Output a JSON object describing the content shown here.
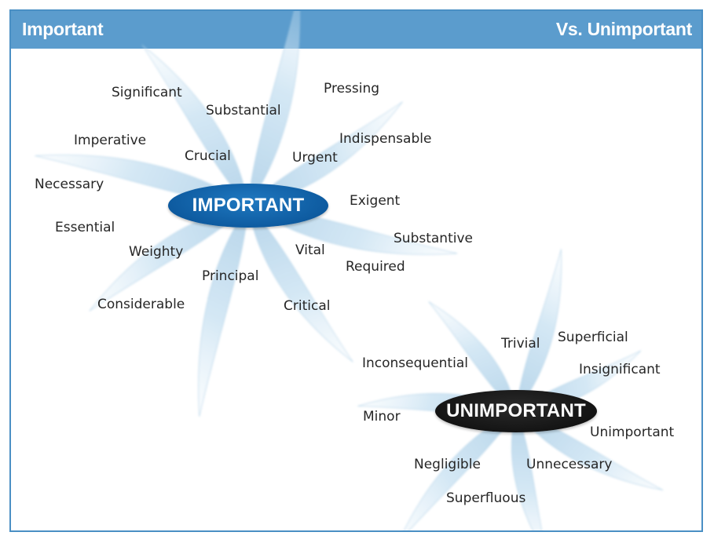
{
  "header": {
    "left_title": "Important",
    "right_title": "Vs. Unimportant"
  },
  "clusters": {
    "important": {
      "center_label": "IMPORTANT",
      "words": [
        "Significant",
        "Pressing",
        "Substantial",
        "Imperative",
        "Crucial",
        "Indispensable",
        "Urgent",
        "Necessary",
        "Exigent",
        "Essential",
        "Substantive",
        "Weighty",
        "Vital",
        "Required",
        "Principal",
        "Considerable",
        "Critical"
      ]
    },
    "unimportant": {
      "center_label": "UNIMPORTANT",
      "words": [
        "Trivial",
        "Superficial",
        "Inconsequential",
        "Insignificant",
        "Minor",
        "Unimportant",
        "Negligible",
        "Unnecessary",
        "Superfluous"
      ]
    }
  },
  "colors": {
    "header_bg": "#5b9ccd",
    "frame_border": "#4a8fc4",
    "important_oval": "#0e5ba0",
    "unimportant_oval": "#141414",
    "swirl": "#b9d8ec"
  }
}
